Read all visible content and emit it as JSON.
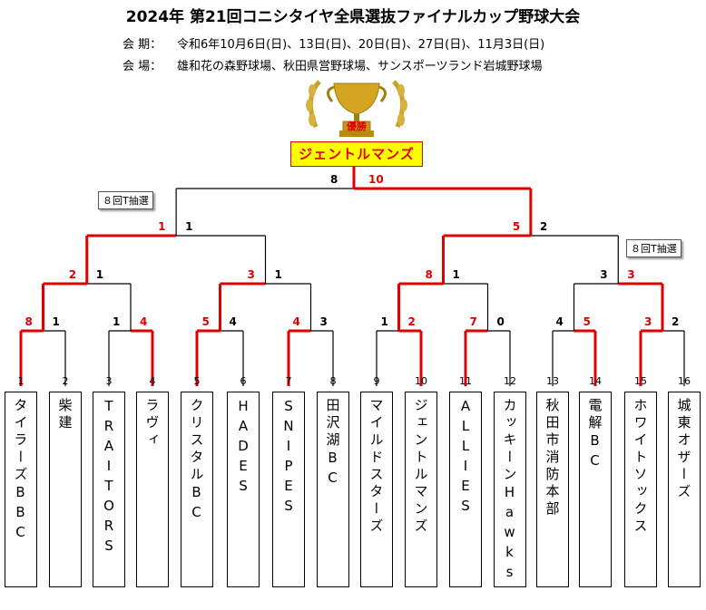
{
  "header": {
    "title": "2024年 第21回コニシタイヤ全県選抜ファイナルカップ野球大会",
    "period_label": "会 期：",
    "period_value": "令和6年10月6日(日)、13日(日)、20日(日)、27日(日)、11月3日(日)",
    "venue_label": "会 場：",
    "venue_value": "雄和花の森野球場、秋田県営野球場、サンスポーツランド岩城野球場"
  },
  "trophy": {
    "label": "優勝",
    "icon": "trophy-icon"
  },
  "champion": "ジェントルマンズ",
  "notes": [
    "８回T抽選",
    "８回T抽選"
  ],
  "teams": [
    {
      "seed": "1",
      "name": "タイラーズBBC"
    },
    {
      "seed": "2",
      "name": "柴建"
    },
    {
      "seed": "3",
      "name": "TRAITORS"
    },
    {
      "seed": "4",
      "name": "ラヴィ"
    },
    {
      "seed": "5",
      "name": "クリスタルBC"
    },
    {
      "seed": "6",
      "name": "HADES"
    },
    {
      "seed": "7",
      "name": "SNIPES"
    },
    {
      "seed": "8",
      "name": "田沢湖BC"
    },
    {
      "seed": "9",
      "name": "マイルドスターズ"
    },
    {
      "seed": "10",
      "name": "ジェントルマンズ"
    },
    {
      "seed": "11",
      "name": "ALLIES"
    },
    {
      "seed": "12",
      "name": "カッキーンHawks"
    },
    {
      "seed": "13",
      "name": "秋田市消防本部"
    },
    {
      "seed": "14",
      "name": "電解BC"
    },
    {
      "seed": "15",
      "name": "ホワイトソックス"
    },
    {
      "seed": "16",
      "name": "城東オザーズ"
    }
  ],
  "round1": [
    {
      "a": "8",
      "b": "1",
      "winner": "a"
    },
    {
      "a": "1",
      "b": "4",
      "winner": "b"
    },
    {
      "a": "5",
      "b": "4",
      "winner": "a"
    },
    {
      "a": "4",
      "b": "3",
      "winner": "a"
    },
    {
      "a": "1",
      "b": "2",
      "winner": "b"
    },
    {
      "a": "7",
      "b": "0",
      "winner": "a"
    },
    {
      "a": "4",
      "b": "5",
      "winner": "b"
    },
    {
      "a": "3",
      "b": "2",
      "winner": "a"
    }
  ],
  "round2": [
    {
      "a": "2",
      "b": "1",
      "winner": "a"
    },
    {
      "a": "3",
      "b": "1",
      "winner": "a"
    },
    {
      "a": "8",
      "b": "1",
      "winner": "a"
    },
    {
      "a": "3",
      "b": "3",
      "winner": "b"
    }
  ],
  "semis": [
    {
      "a": "1",
      "b": "1",
      "winner": "a"
    },
    {
      "a": "5",
      "b": "2",
      "winner": "a"
    }
  ],
  "final": {
    "a": "8",
    "b": "10",
    "winner": "b"
  },
  "colors": {
    "win": "#e00000",
    "lose": "#000000",
    "champion_bg": "#ffff00",
    "trophy": "#c9a227"
  }
}
